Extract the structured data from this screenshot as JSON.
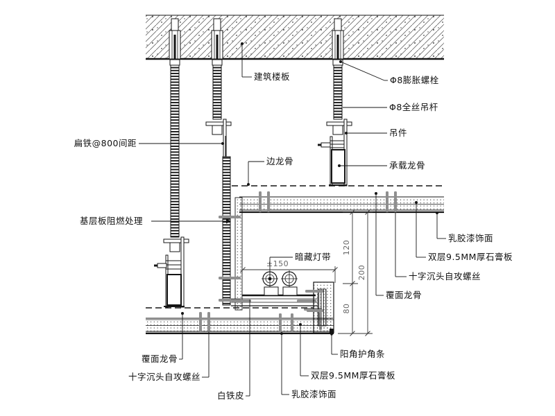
{
  "drawing_type": "suspended ceiling light-cove construction detail",
  "labels": {
    "building_slab": "建筑楼板",
    "expansion_bolt": "Φ8膨胀螺栓",
    "threaded_rod": "Φ8全丝吊杆",
    "hanger": "吊件",
    "carrier_channel": "承载龙骨",
    "edge_channel": "边龙骨",
    "flat_iron": "扁铁@800间距",
    "base_board_fireproof": "基层板阻燃处理",
    "latex_paint": "乳胶漆饰面",
    "double_gypsum": "双层9.5MM厚石膏板",
    "self_tapping_screw": "十字沉头自攻螺丝",
    "furring_channel": "覆面龙骨",
    "tin_sheet": "白铁皮",
    "corner_bead": "阳角护角条",
    "concealed_light": "暗藏灯带"
  },
  "dimensions": {
    "cove_height": "120",
    "total_drop": "200",
    "lower_gap": "80",
    "light_offset": "±150"
  },
  "colors": {
    "line": "#151515",
    "screw": "#8f8f8f",
    "dim_text": "#666666",
    "background": "#ffffff"
  }
}
